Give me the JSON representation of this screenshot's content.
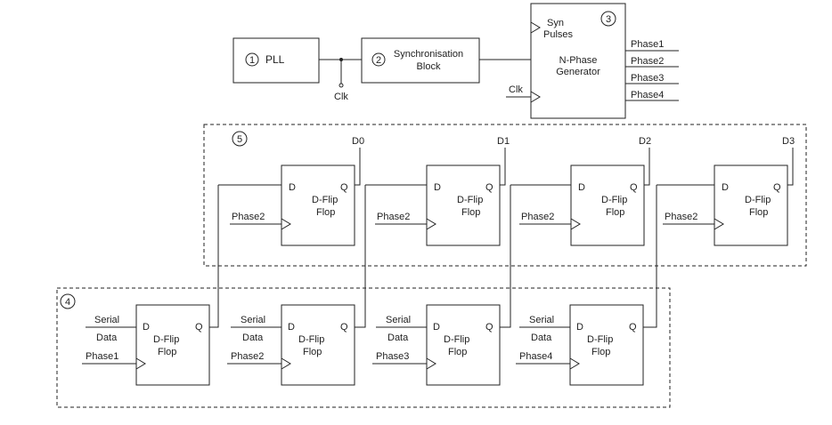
{
  "top": {
    "pll": {
      "number": "1",
      "label": "PLL"
    },
    "clk_tap_label": "Clk",
    "sync_block": {
      "number": "2",
      "line1": "Synchronisation",
      "line2": "Block"
    },
    "generator": {
      "number": "3",
      "syn_line1": "Syn",
      "syn_line2": "Pulses",
      "line1": "N-Phase",
      "line2": "Generator",
      "clk_label": "Clk",
      "outputs": [
        "Phase1",
        "Phase2",
        "Phase3",
        "Phase4"
      ]
    }
  },
  "group5": {
    "number": "5",
    "outputs": [
      "D0",
      "D1",
      "D2",
      "D3"
    ],
    "clock_label": "Phase2"
  },
  "group4": {
    "number": "4",
    "serial_line1": "Serial",
    "serial_line2": "Data",
    "clocks": [
      "Phase1",
      "Phase2",
      "Phase3",
      "Phase4"
    ]
  },
  "flipflop": {
    "d": "D",
    "q": "Q",
    "line1": "D-Flip",
    "line2": "Flop"
  }
}
